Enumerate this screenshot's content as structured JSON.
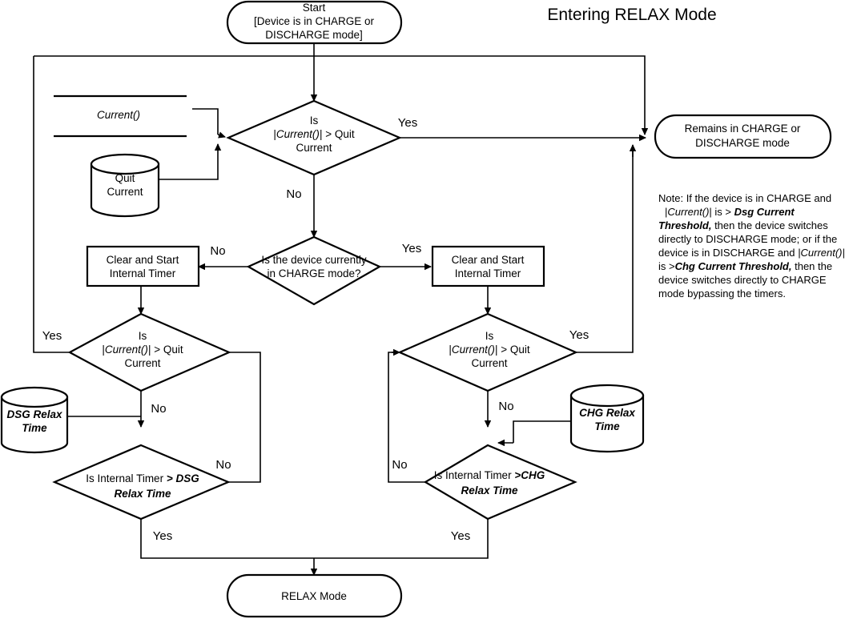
{
  "title": "Entering RELAX Mode",
  "nodes": {
    "start": {
      "line1": "Start",
      "line2": "[Device is in CHARGE or",
      "line3": "DISCHARGE mode]"
    },
    "current_data": {
      "label": "Current()"
    },
    "quit_current_db": {
      "line1": "Quit",
      "line2": "Current"
    },
    "decision_quit_top": {
      "line1": "Is",
      "line2a": "|",
      "line2b": "Current()",
      "line2c": "| > Quit",
      "line3": "Current"
    },
    "remains": {
      "line1": "Remains in CHARGE or",
      "line2": "DISCHARGE mode"
    },
    "decision_charge_mode": {
      "line1": "Is the device currently",
      "line2": "in CHARGE mode?"
    },
    "timer_left": {
      "line1": "Clear and Start",
      "line2": "Internal Timer"
    },
    "timer_right": {
      "line1": "Clear and Start",
      "line2": "Internal Timer"
    },
    "decision_quit_left": {
      "line1": "Is",
      "line2a": "|",
      "line2b": "Current()",
      "line2c": "| > Quit",
      "line3": "Current"
    },
    "decision_quit_right": {
      "line1": "Is",
      "line2a": "|",
      "line2b": "Current()",
      "line2c": "| > Quit",
      "line3": "Current"
    },
    "dsg_relax_db": {
      "line1": "DSG Relax",
      "line2": "Time"
    },
    "chg_relax_db": {
      "line1": "CHG Relax",
      "line2": "Time"
    },
    "decision_timer_dsg": {
      "line1a": "Is Internal Timer ",
      "line1b": "> DSG",
      "line2": "Relax Time"
    },
    "decision_timer_chg": {
      "line1a": "Is Internal Timer ",
      "line1b": ">CHG",
      "line2": "Relax Time"
    },
    "relax": {
      "label": "RELAX Mode"
    }
  },
  "edge_labels": {
    "quit_top_yes": "Yes",
    "quit_top_no": "No",
    "charge_mode_no": "No",
    "charge_mode_yes": "Yes",
    "quit_left_yes": "Yes",
    "quit_left_no": "No",
    "quit_right_yes": "Yes",
    "quit_right_no": "No",
    "timer_dsg_no": "No",
    "timer_dsg_yes": "Yes",
    "timer_chg_no": "No",
    "timer_chg_yes": "Yes"
  },
  "note": {
    "l1_a": "Note",
    "l1_b": ": If the device is in CHARGE and",
    "l2_a": "|",
    "l2_b": "Current()",
    "l2_c": "| is > ",
    "l2_d": "Dsg Current",
    "l3_a": "Threshold,",
    "l3_b": "  then the device switches",
    "l4": "directly to DISCHARGE mode; or if the",
    "l5_a": "device is in DISCHARGE and ",
    "l5_b": "|Current()|",
    "l6_a": "is >",
    "l6_b": "Chg Current Threshold,",
    "l6_c": " then the",
    "l7": "device switches directly to CHARGE",
    "l8": "mode bypassing the timers."
  },
  "colors": {
    "stroke": "#000000",
    "fill": "#ffffff",
    "text": "#000000"
  }
}
